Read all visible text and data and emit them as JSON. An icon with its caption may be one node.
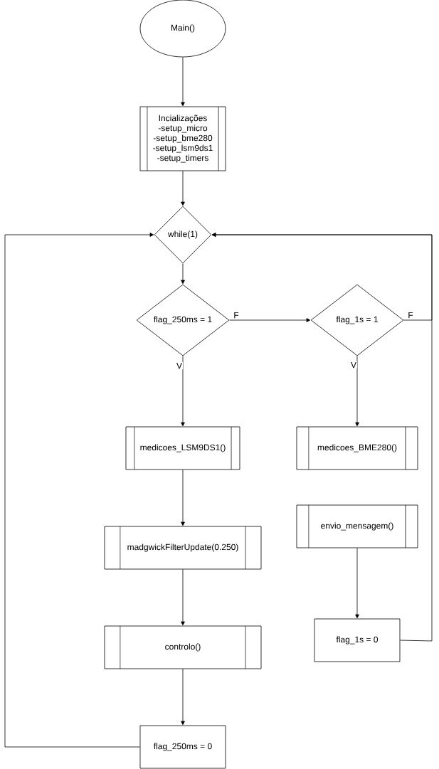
{
  "diagram": {
    "nodes": [
      {
        "text": [
          "Main()"
        ]
      },
      {
        "text": [
          "Incializações -setup_micro -setup_bme280 -setup_lsm9ds1 -setup_timers"
        ]
      },
      {
        "text": [
          "while(1)"
        ]
      },
      {
        "text": [
          "flag_250ms = 1"
        ]
      },
      {
        "text": [
          "flag_1s = 1"
        ]
      },
      {
        "text": [
          "medicoes_LSM9DS1()"
        ]
      },
      {
        "text": [
          "medicoes_BME280()"
        ]
      },
      {
        "text": [
          "envio_mensagem()"
        ]
      },
      {
        "text": [
          "madgwickFilterUpdate(0.250)"
        ]
      },
      {
        "text": [
          "flag_1s = 0"
        ]
      },
      {
        "text": [
          "controlo()"
        ]
      },
      {
        "text": [
          "flag_250ms = 0"
        ]
      }
    ],
    "edges": [
      {
        "from": 0,
        "to": 1,
        "arrow": "to"
      },
      {
        "from": 1,
        "to": 2,
        "arrow": "to"
      },
      {
        "from": 2,
        "to": 3,
        "arrow": "to"
      },
      {
        "from": 3,
        "to": 4,
        "arrow": "to",
        "label": "F"
      },
      {
        "from": 3,
        "to": 5,
        "arrow": "to",
        "label": "V"
      },
      {
        "from": 4,
        "to": 6,
        "arrow": "to",
        "label": "V"
      },
      {
        "from": 4,
        "to": 2,
        "arrow": "to",
        "label": "F"
      },
      {
        "from": 5,
        "to": 8,
        "arrow": "to"
      },
      {
        "from": 8,
        "to": 10,
        "arrow": "to"
      },
      {
        "from": 10,
        "to": 11,
        "arrow": "to"
      },
      {
        "from": 11,
        "to": 2,
        "arrow": "to"
      },
      {
        "from": 7,
        "to": 9,
        "arrow": "to"
      },
      {
        "from": 9,
        "to": 2,
        "arrow": "to"
      }
    ]
  }
}
